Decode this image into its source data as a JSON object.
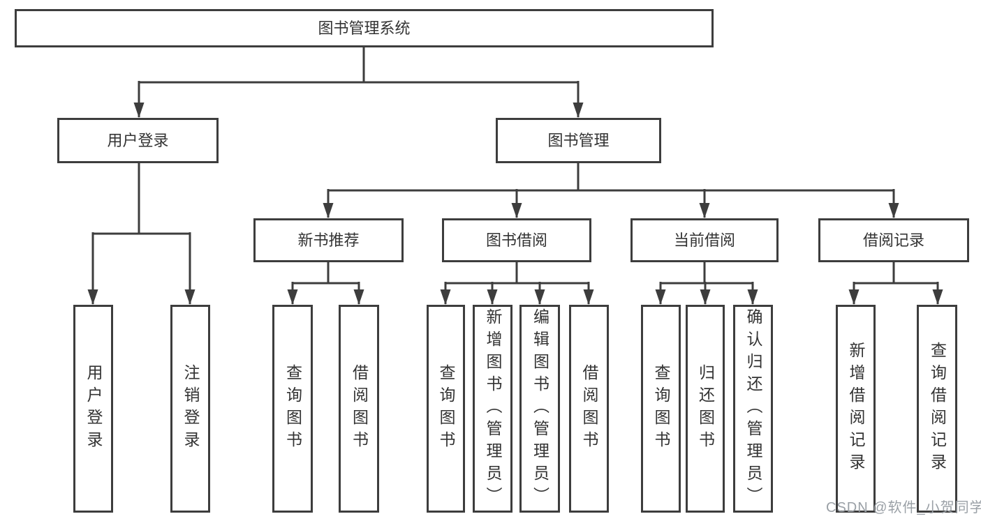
{
  "tree": {
    "root": {
      "label": "图书管理系统"
    },
    "children": [
      {
        "label": "用户登录",
        "leaves": [
          {
            "label": "用户登录"
          },
          {
            "label": "注销登录"
          }
        ]
      },
      {
        "label": "图书管理",
        "children": [
          {
            "label": "新书推荐",
            "leaves": [
              {
                "label": "查询图书"
              },
              {
                "label": "借阅图书"
              }
            ]
          },
          {
            "label": "图书借阅",
            "leaves": [
              {
                "label": "查询图书"
              },
              {
                "label": "新增图书（管理员）"
              },
              {
                "label": "编辑图书（管理员）"
              },
              {
                "label": "借阅图书"
              }
            ]
          },
          {
            "label": "当前借阅",
            "leaves": [
              {
                "label": "查询图书"
              },
              {
                "label": "归还图书"
              },
              {
                "label": "确认归还（管理员）"
              }
            ]
          },
          {
            "label": "借阅记录",
            "leaves": [
              {
                "label": "新增借阅记录"
              },
              {
                "label": "查询借阅记录"
              }
            ]
          }
        ]
      }
    ]
  },
  "watermark": {
    "text": "CSDN @软件_小贺同学"
  },
  "colors": {
    "line": "#3d3d3d",
    "text": "#333333",
    "watermark": "#9aa0a6",
    "background": "#ffffff"
  }
}
